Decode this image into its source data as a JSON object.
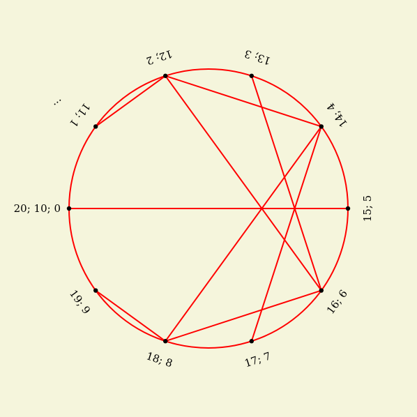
{
  "diagram": {
    "colors": {
      "background": "#f5f5dc",
      "circle": "#ff0000",
      "chord": "#ff0000",
      "point": "#000000"
    },
    "points": [
      {
        "id": "p0",
        "label": "20; 10; 0"
      },
      {
        "id": "p1",
        "label": "11; 1"
      },
      {
        "id": "p2",
        "label": "12; 2"
      },
      {
        "id": "p3",
        "label": "13; 3"
      },
      {
        "id": "p4",
        "label": "14; 4"
      },
      {
        "id": "p5",
        "label": "15; 5"
      },
      {
        "id": "p6",
        "label": "16; 6"
      },
      {
        "id": "p7",
        "label": "17; 7"
      },
      {
        "id": "p8",
        "label": "18; 8"
      },
      {
        "id": "p9",
        "label": "19; 9"
      }
    ],
    "ellipsis": "...",
    "chords": [
      [
        "p0",
        "p5"
      ],
      [
        "p1",
        "p2"
      ],
      [
        "p2",
        "p4"
      ],
      [
        "p2",
        "p6"
      ],
      [
        "p3",
        "p6"
      ],
      [
        "p4",
        "p8"
      ],
      [
        "p4",
        "p7"
      ],
      [
        "p6",
        "p8"
      ],
      [
        "p8",
        "p9"
      ]
    ]
  }
}
